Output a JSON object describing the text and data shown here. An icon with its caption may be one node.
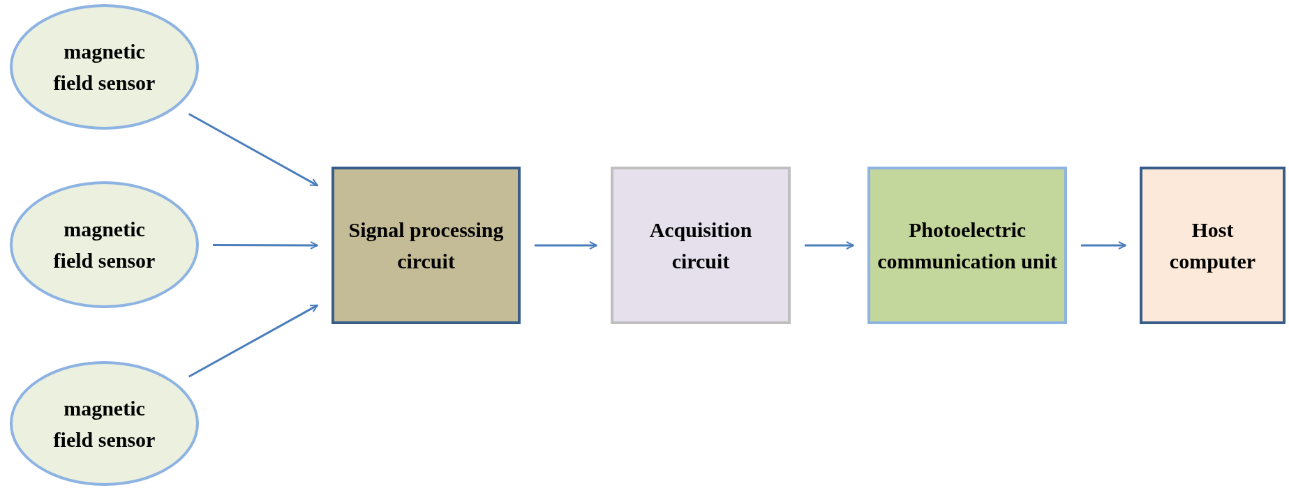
{
  "diagram": {
    "nodes": [
      {
        "text": [
          "magnetic field sensor"
        ]
      },
      {
        "text": [
          "magnetic field sensor"
        ]
      },
      {
        "text": [
          "magnetic field sensor"
        ]
      },
      {
        "text": [
          "Signal processing circuit"
        ]
      },
      {
        "text": [
          "Acquisition circuit"
        ]
      },
      {
        "text": [
          "Photoelectric communication unit"
        ]
      },
      {
        "text": [
          "Host computer"
        ]
      }
    ],
    "edges": [
      {
        "from": 0,
        "to": 3,
        "arrow": "to"
      },
      {
        "from": 1,
        "to": 3,
        "arrow": "to"
      },
      {
        "from": 2,
        "to": 3,
        "arrow": "to"
      },
      {
        "from": 3,
        "to": 4,
        "arrow": "to"
      },
      {
        "from": 4,
        "to": 5,
        "arrow": "to"
      },
      {
        "from": 5,
        "to": 6,
        "arrow": "to"
      }
    ]
  }
}
